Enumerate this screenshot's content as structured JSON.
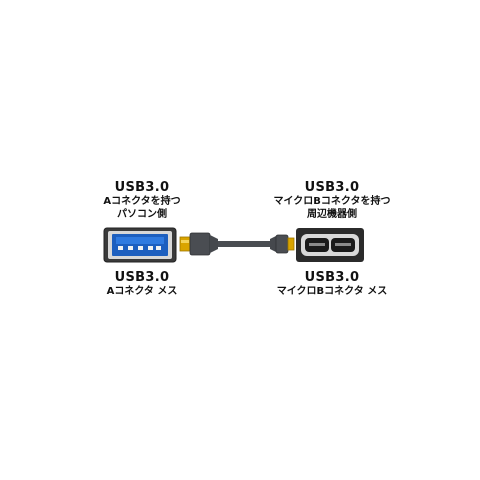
{
  "left": {
    "top_lines": [
      "USB3.0",
      "Aコネクタを持つ",
      "パソコン側"
    ],
    "bottom_lines": [
      "USB3.0",
      "Aコネクタ メス"
    ]
  },
  "right": {
    "top_lines": [
      "USB3.0",
      "マイクロBコネクタを持つ",
      "周辺機器側"
    ],
    "bottom_lines": [
      "USB3.0",
      "マイクロBコネクタ メス"
    ]
  },
  "colors": {
    "usb3_blue": "#1d5fbf",
    "gold_plug": "#d9a400",
    "cable_gray": "#4a4d52",
    "port_dark": "#2b2b2b"
  },
  "icons": [
    "usb-a-female-port",
    "usb-a-gold-plug",
    "usb-cable",
    "micro-b-gold-plug",
    "micro-b-female-port"
  ]
}
